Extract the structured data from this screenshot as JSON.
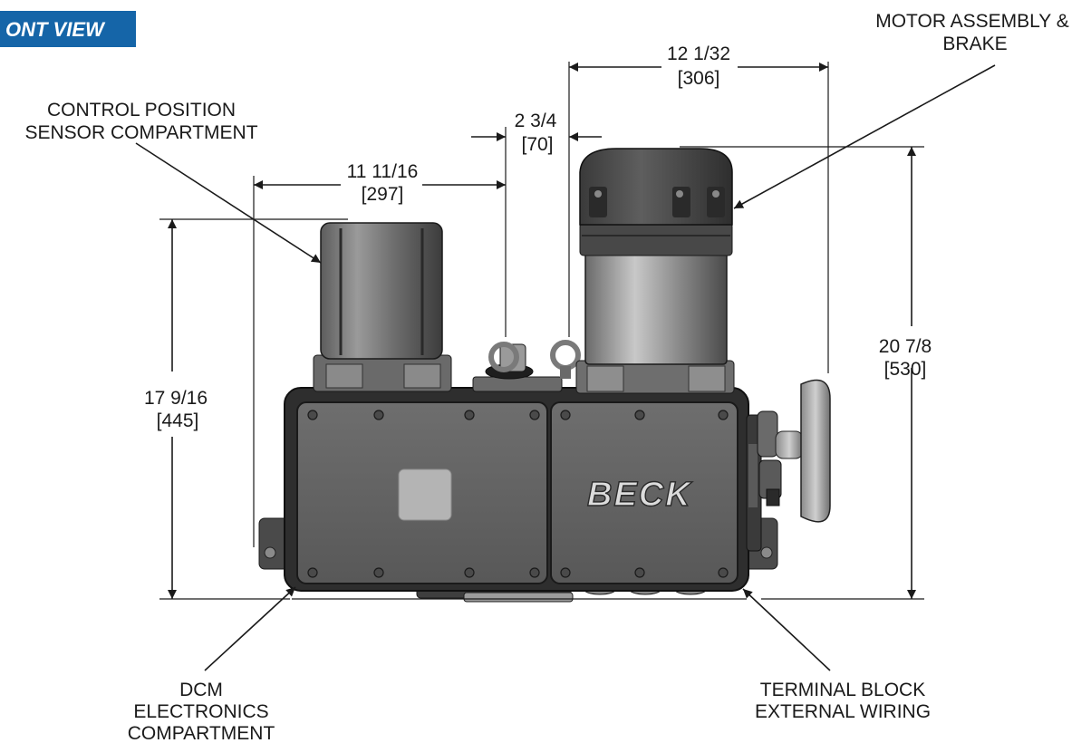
{
  "view_tag": {
    "label": "ONT VIEW",
    "bg": "#1565a8"
  },
  "brand_logo": "BECK",
  "callouts": {
    "motor": [
      "MOTOR ASSEMBLY &",
      "BRAKE"
    ],
    "sensor": [
      "CONTROL POSITION",
      "SENSOR COMPARTMENT"
    ],
    "dcm": [
      "DCM",
      "ELECTRONICS",
      "COMPARTMENT"
    ],
    "terminal": [
      "TERMINAL BLOCK",
      "EXTERNAL WIRING"
    ]
  },
  "dimensions": {
    "motor_width": [
      "12 1/32",
      "[306]"
    ],
    "gap": [
      "2 3/4",
      "[70]"
    ],
    "sensor_width": [
      "11 11/16",
      "[297]"
    ],
    "total_height": [
      "20 7/8",
      "[530]"
    ],
    "sensor_height": [
      "17 9/16",
      "[445]"
    ]
  }
}
